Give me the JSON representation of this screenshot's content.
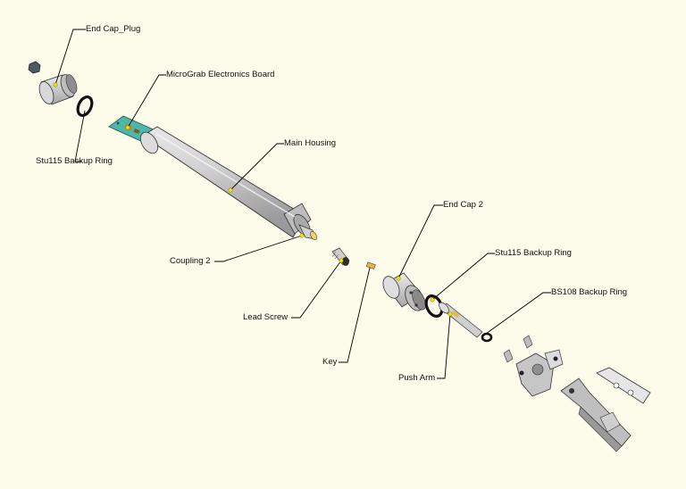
{
  "diagram": {
    "labels": {
      "end_cap_plug": "End Cap_Plug",
      "micrograb_board": "MicroGrab Electronics Board",
      "stu115_backup_ring_left": "Stu115 Backup Ring",
      "main_housing": "Main Housing",
      "end_cap_2": "End Cap 2",
      "stu115_backup_ring_right": "Stu115 Backup Ring",
      "bs108_backup_ring": "BS108 Backup Ring",
      "coupling_2": "Coupling 2",
      "lead_screw": "Lead Screw",
      "key": "Key",
      "push_arm": "Push Arm"
    },
    "colors": {
      "background": "#fdfbe9",
      "metal": "#c9c9c9",
      "board": "#4fb7a9",
      "leader": "#000000",
      "attach_point": "#f2e200"
    }
  }
}
